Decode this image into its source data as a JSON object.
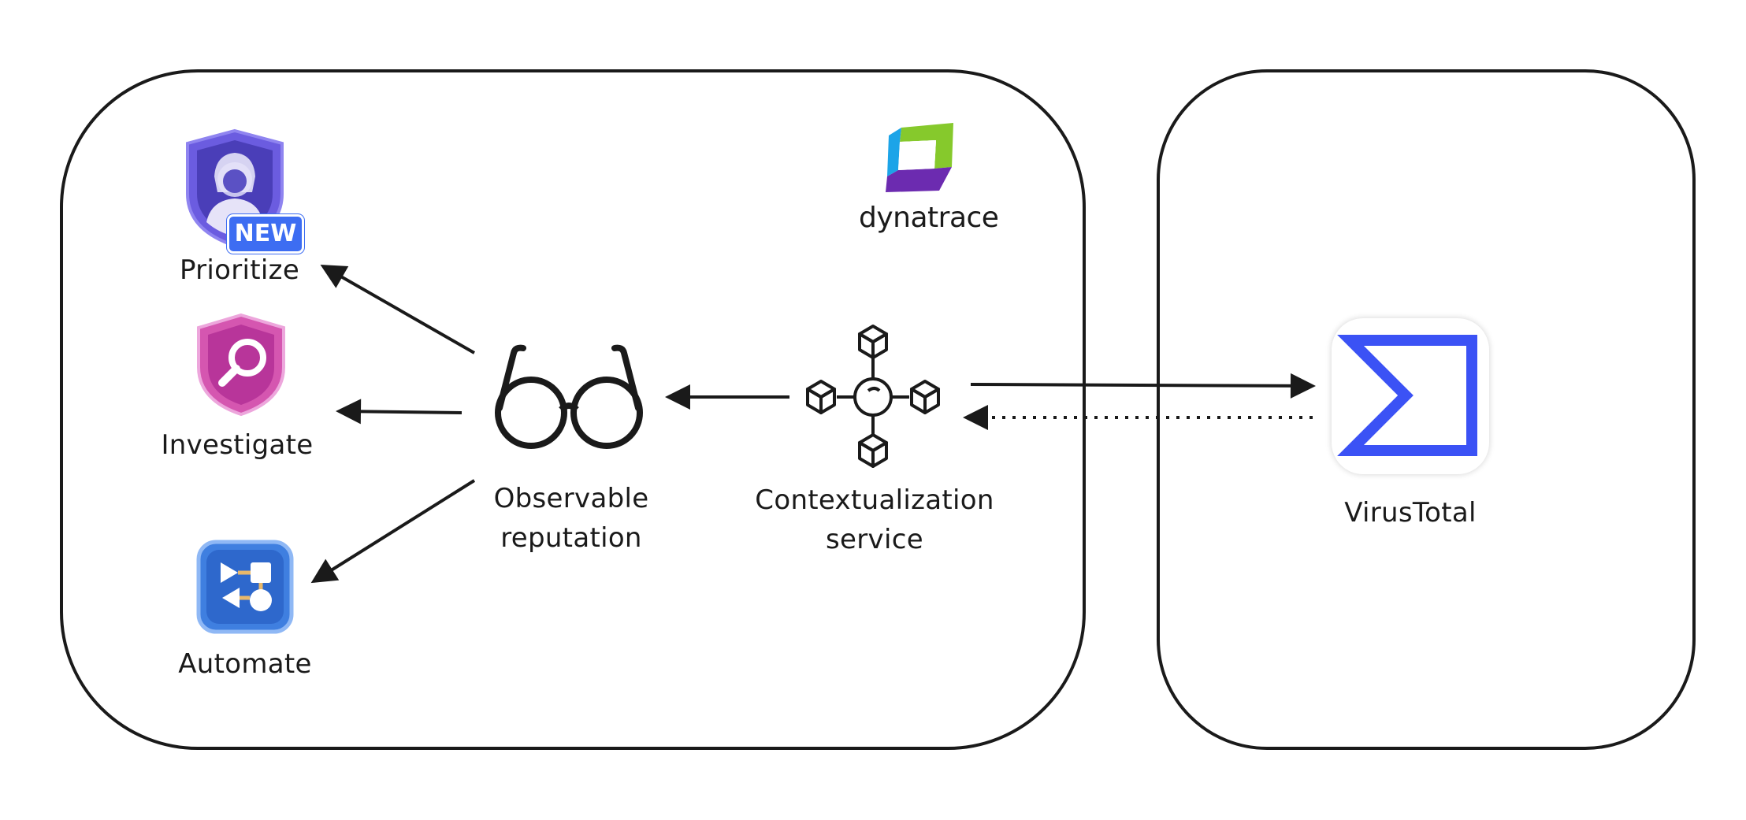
{
  "vendor": {
    "name": "dynatrace"
  },
  "capabilities": [
    {
      "id": "prioritize",
      "label": "Prioritize",
      "badge": "NEW",
      "icon": "user-shield-icon"
    },
    {
      "id": "investigate",
      "label": "Investigate",
      "icon": "magnifier-shield-icon"
    },
    {
      "id": "automate",
      "label": "Automate",
      "icon": "workflow-icon"
    }
  ],
  "nodes": {
    "observable": {
      "label_line1": "Observable",
      "label_line2": "reputation",
      "icon": "glasses-icon"
    },
    "context": {
      "label_line1": "Contextualization",
      "label_line2": "service",
      "icon": "hub-cubes-icon"
    },
    "external": {
      "label": "VirusTotal",
      "icon": "sigma-icon"
    }
  },
  "colors": {
    "stroke": "#1a1a1a",
    "virustotal_blue": "#3b52f5",
    "badge_blue": "#3d6df2",
    "shield_purple": "#6b5ce0",
    "shield_pink": "#d556b0",
    "automate_blue": "#3f7fe0",
    "dt_green": "#86c92c",
    "dt_cyan": "#1ca4e8",
    "dt_purple": "#6c2bb0"
  }
}
